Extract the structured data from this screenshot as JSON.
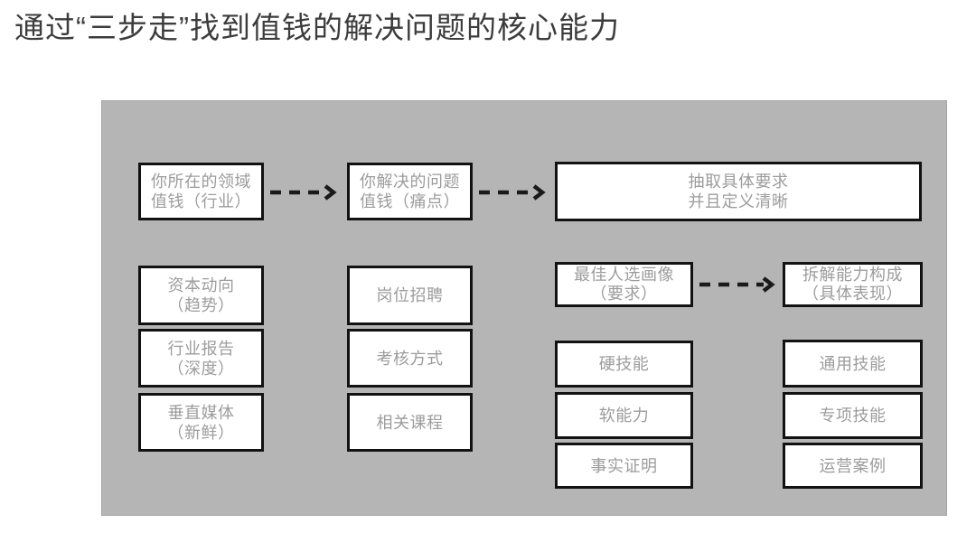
{
  "title": "通过“三步走”找到值钱的解决问题的核心能力",
  "colors": {
    "panel_bg": "#b5b5b5",
    "box_bg": "#ffffff",
    "box_border": "#121212",
    "box_text": "#9c9c9c",
    "title_text": "#3c3c3c",
    "arrow": "#1a1a1a"
  },
  "boxes": {
    "step1": [
      "你所在的领域",
      "值钱（行业）"
    ],
    "step2": [
      "你解决的问题",
      "值钱（痛点）"
    ],
    "step3": [
      "抽取具体要求",
      "并且定义清晰"
    ],
    "source1": [
      "资本动向",
      "（趋势）"
    ],
    "source2": [
      "行业报告",
      "（深度）"
    ],
    "source3": [
      "垂直媒体",
      "（新鲜）"
    ],
    "job1": [
      "岗位招聘"
    ],
    "job2": [
      "考核方式"
    ],
    "job3": [
      "相关课程"
    ],
    "profile": [
      "最佳人选画像",
      "（要求）"
    ],
    "decompose": [
      "拆解能力构成",
      "（具体表现）"
    ],
    "evidence1": [
      "硬技能"
    ],
    "evidence2": [
      "软能力"
    ],
    "evidence3": [
      "事实证明"
    ],
    "skill1": [
      "通用技能"
    ],
    "skill2": [
      "专项技能"
    ],
    "skill3": [
      "运营案例"
    ]
  }
}
